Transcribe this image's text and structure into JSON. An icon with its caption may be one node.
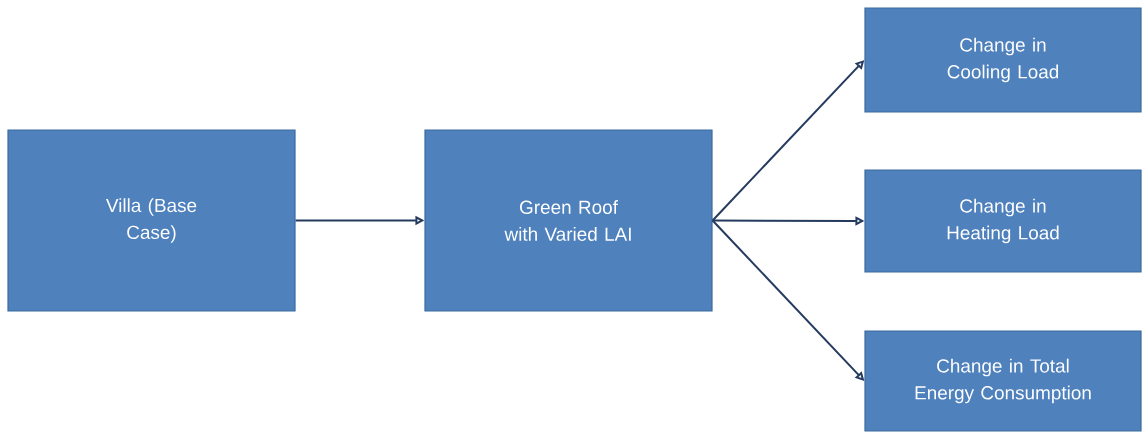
{
  "diagram": {
    "nodes": [
      {
        "text": [
          "Villa (Base Case)"
        ]
      },
      {
        "text": [
          "Green Roof with Varied LAI"
        ]
      },
      {
        "text": [
          "Change in Cooling Load"
        ]
      },
      {
        "text": [
          "Change in Heating Load"
        ]
      },
      {
        "text": [
          "Change in Total Energy Consumption"
        ]
      }
    ],
    "edges": [
      {
        "from": 0,
        "to": 1,
        "arrow": "to"
      },
      {
        "from": 1,
        "to": 2,
        "arrow": "to"
      },
      {
        "from": 1,
        "to": 3,
        "arrow": "to"
      },
      {
        "from": 1,
        "to": 4,
        "arrow": "to"
      }
    ]
  }
}
